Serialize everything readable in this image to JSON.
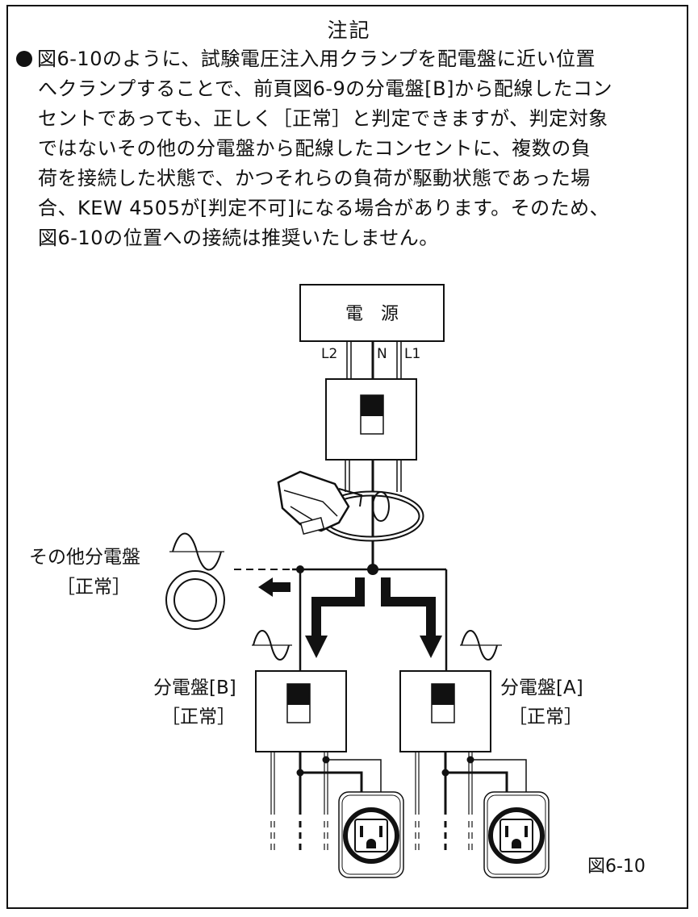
{
  "title": "注記",
  "note_lines": [
    "図6-10のように、試験電圧注入用クランプを配電盤に近い位置",
    "へクランプすることで、前頁図6-9の分電盤[B]から配線したコン",
    "セントであっても、正しく［正常］と判定できますが、判定対象",
    "ではないその他の分電盤から配線したコンセントに、複数の負",
    "荷を接続した状態で、かつそれらの負荷が駆動状態であった場",
    "合、KEW 4505が[判定不可]になる場合があります。そのため、",
    "図6-10の位置への接続は推奨いたしません。"
  ],
  "diagram": {
    "power_source": "電　源",
    "terminals": {
      "l2": "L2",
      "n": "N",
      "l1": "L1"
    },
    "other_panel": {
      "name": "その他分電盤",
      "status": "［正常］"
    },
    "panel_b": {
      "name": "分電盤[B]",
      "status": "［正常］"
    },
    "panel_a": {
      "name": "分電盤[A]",
      "status": "［正常］"
    },
    "figure_label": "図6-10"
  }
}
